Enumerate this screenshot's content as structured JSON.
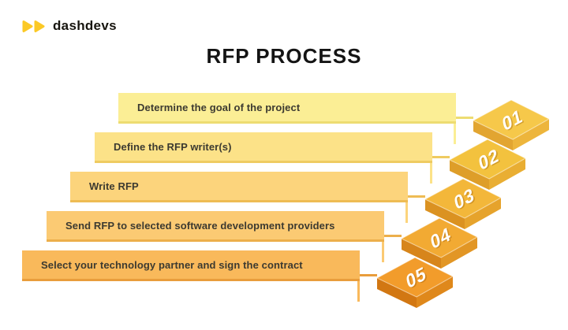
{
  "logo": {
    "text": "dashdevs",
    "icon": "double-play-icon",
    "icon_color": "#FBC926",
    "text_color": "#17150F"
  },
  "title": "RFP PROCESS",
  "label_text_color": "#3C3A31",
  "number_text_color": "#FFFFFF",
  "steps": [
    {
      "number": "01",
      "label": "Determine the goal of the project",
      "bar_color": "#FBEE95",
      "bar_edge_color": "#EDDC72",
      "badge_colors": {
        "top": "#F6C84A",
        "left": "#E2A531",
        "right": "#EDB53C"
      }
    },
    {
      "number": "02",
      "label": "Define the RFP writer(s)",
      "bar_color": "#FCE288",
      "bar_edge_color": "#EFCB61",
      "badge_colors": {
        "top": "#F3C23E",
        "left": "#DE9E29",
        "right": "#E9AE33"
      }
    },
    {
      "number": "03",
      "label": "Write RFP",
      "bar_color": "#FCD47C",
      "bar_edge_color": "#EEBC54",
      "badge_colors": {
        "top": "#F3B73A",
        "left": "#DB9221",
        "right": "#E6A32C"
      }
    },
    {
      "number": "04",
      "label": "Send RFP to selected software development providers",
      "bar_color": "#FBCA73",
      "bar_edge_color": "#ECAF4B",
      "badge_colors": {
        "top": "#F2AA33",
        "left": "#D7851B",
        "right": "#E29625"
      }
    },
    {
      "number": "05",
      "label": "Select your technology partner and sign the contract",
      "bar_color": "#F9B95B",
      "bar_edge_color": "#E99D3C",
      "badge_colors": {
        "top": "#F29C2B",
        "left": "#D27712",
        "right": "#DF881B"
      }
    }
  ]
}
